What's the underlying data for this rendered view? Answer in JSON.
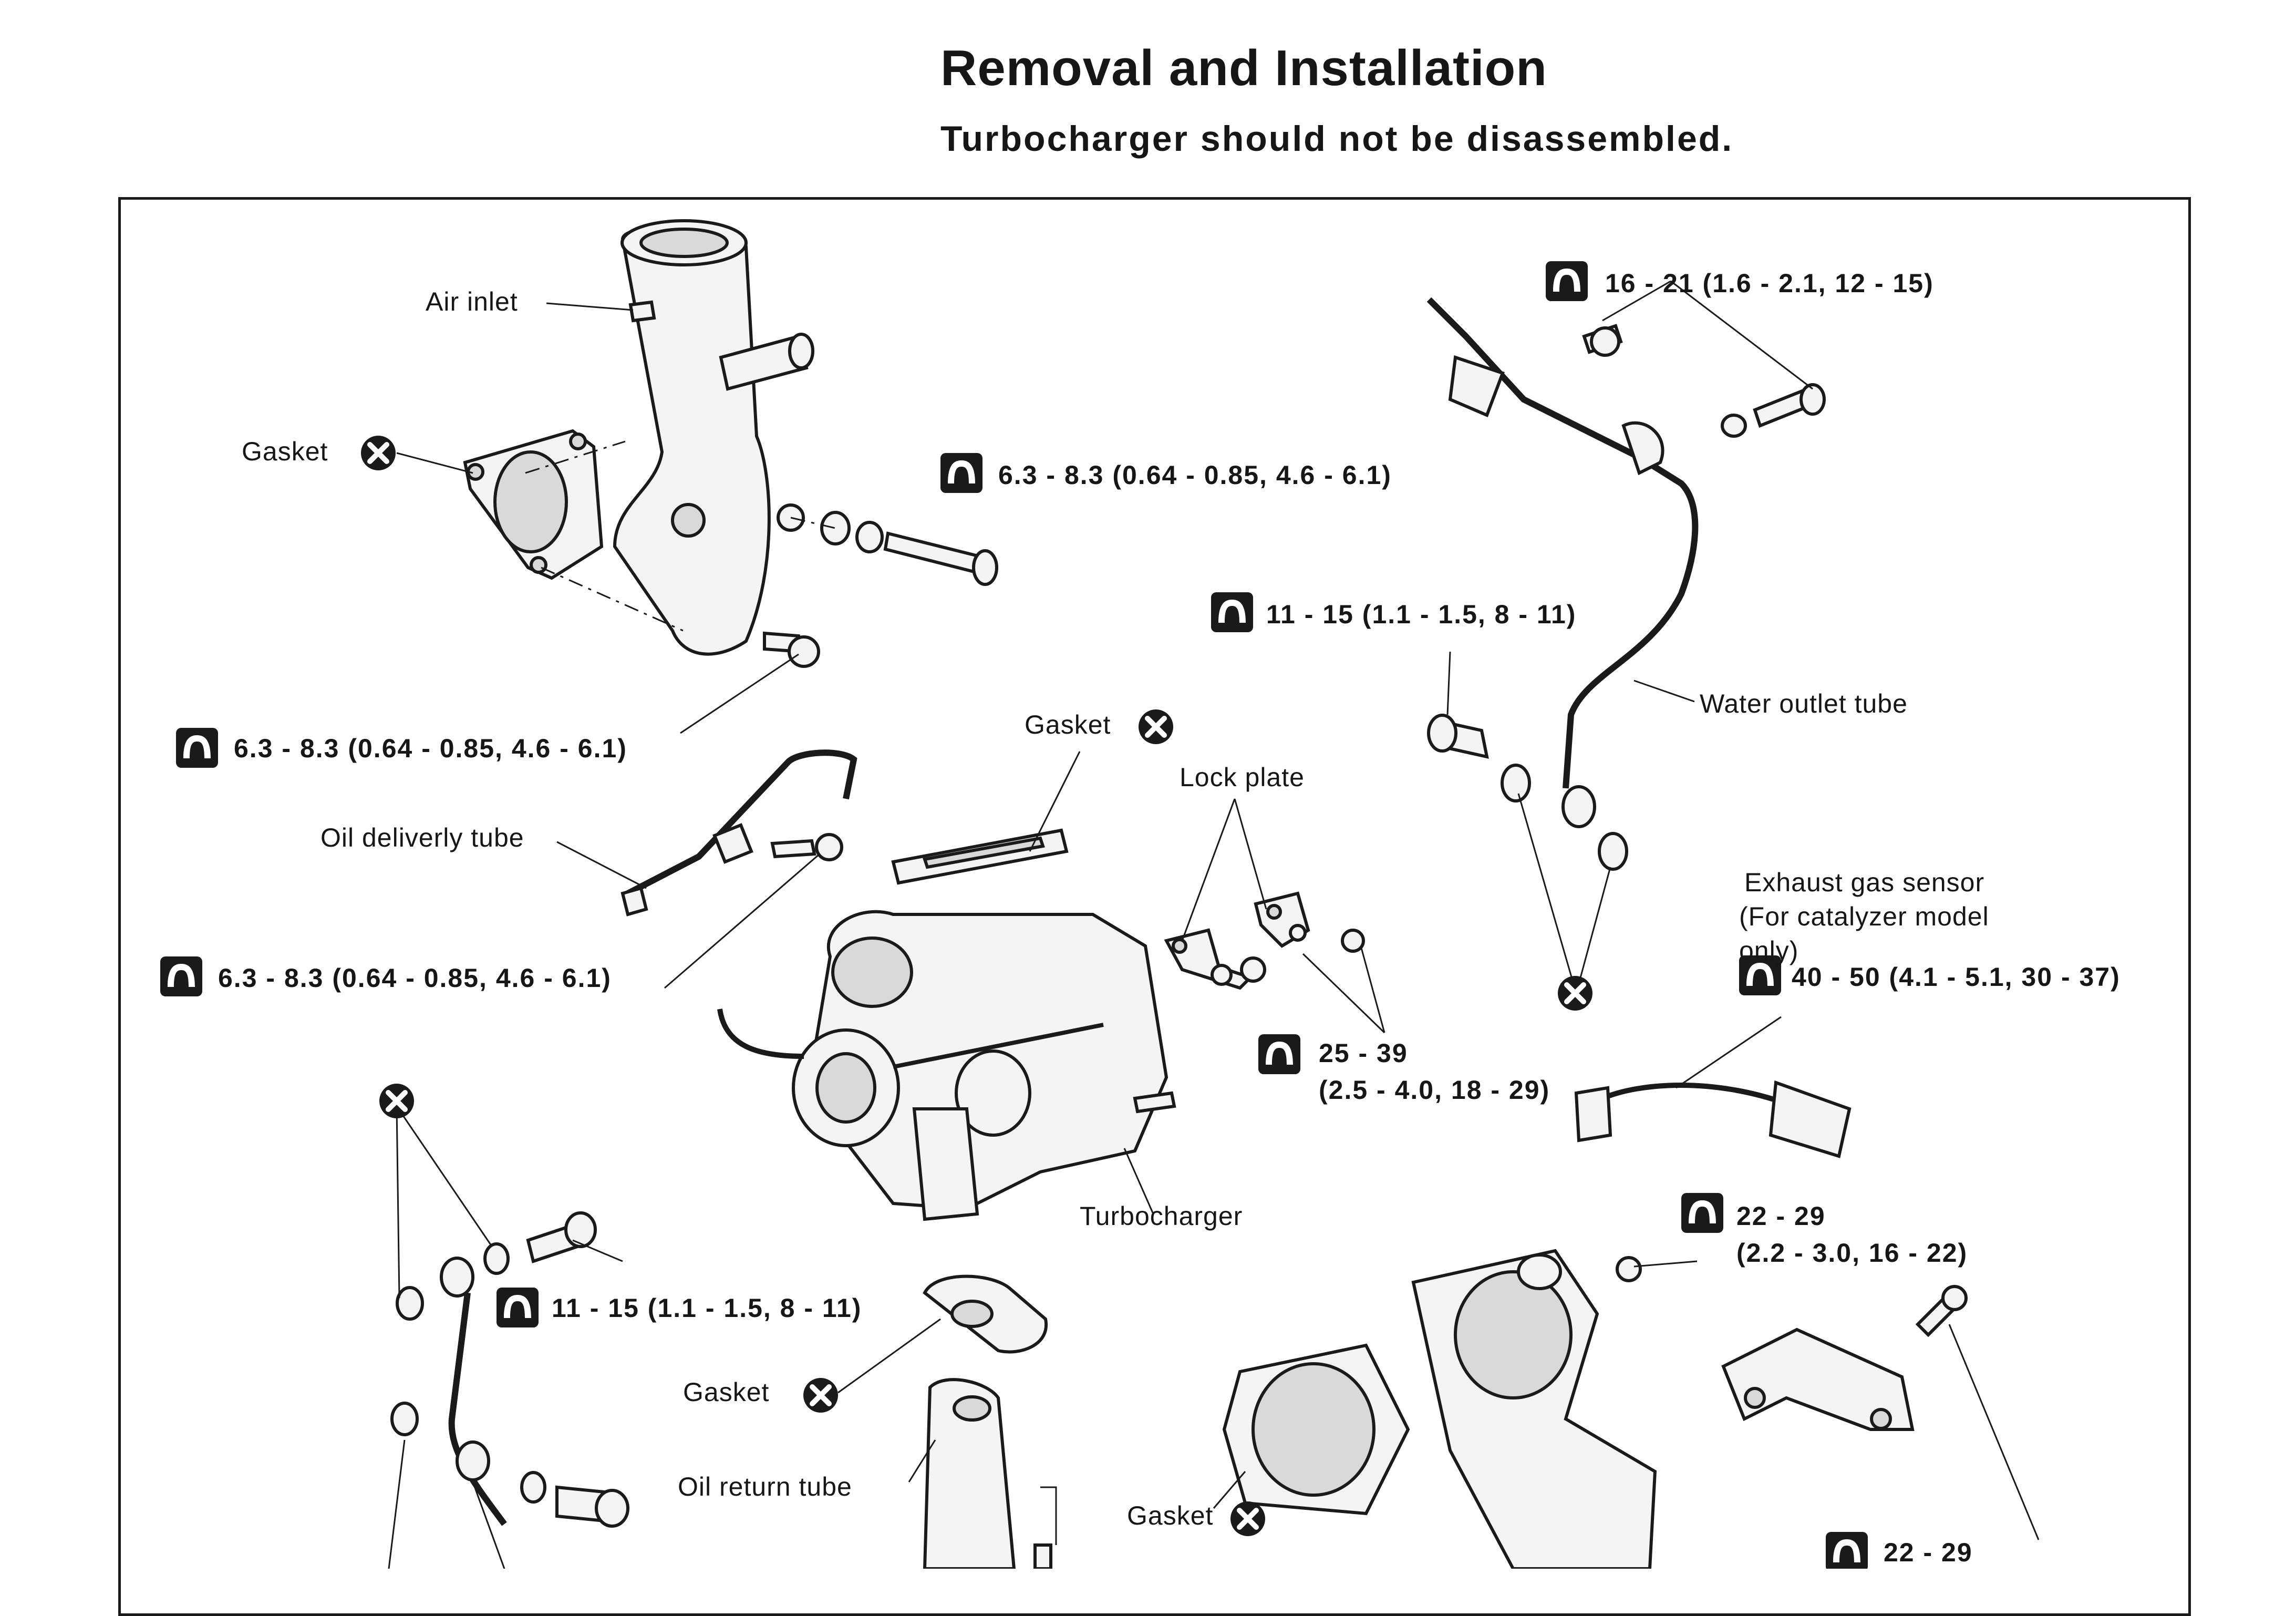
{
  "header": {
    "title": "Removal and Installation",
    "subtitle": "Turbocharger should not be disassembled."
  },
  "labels": {
    "air_inlet": "Air inlet",
    "gasket": "Gasket",
    "oil_delivery_tube": "Oil deliverly tube",
    "lock_plate": "Lock plate",
    "water_outlet_tube": "Water outlet tube",
    "exhaust_gas_sensor_1": "Exhaust gas sensor",
    "exhaust_gas_sensor_2": "(For catalyzer model",
    "exhaust_gas_sensor_3": "only)",
    "turbocharger": "Turbocharger",
    "oil_return_tube": "Oil return tube"
  },
  "torques": {
    "t_16_21": "16 - 21 (1.6 - 2.1, 12 - 15)",
    "t_air_inlet_bolt": "6.3 - 8.3 (0.64 - 0.85, 4.6 - 6.1)",
    "t_11_15_upper": "11 - 15 (1.1 - 1.5, 8 - 11)",
    "t_air_inlet_lower": "6.3 - 8.3 (0.64 - 0.85, 4.6 - 6.1)",
    "t_oil_delivery": "6.3 - 8.3 (0.64 - 0.85, 4.6 - 6.1)",
    "t_40_50": "40 - 50 (4.1 - 5.1, 30 - 37)",
    "t_25_39_a": "25 - 39",
    "t_25_39_b": "(2.5 - 4.0, 18 - 29)",
    "t_22_29_a": "22 - 29",
    "t_22_29_b": "(2.2 - 3.0, 16 - 22)",
    "t_11_15_lower": "11 - 15 (1.1 - 1.5, 8 - 11)",
    "t_22_29_bottom": "22 - 29"
  },
  "icons": {
    "torque": "torque-wrench-icon",
    "replace": "do-not-reuse-x-icon"
  }
}
